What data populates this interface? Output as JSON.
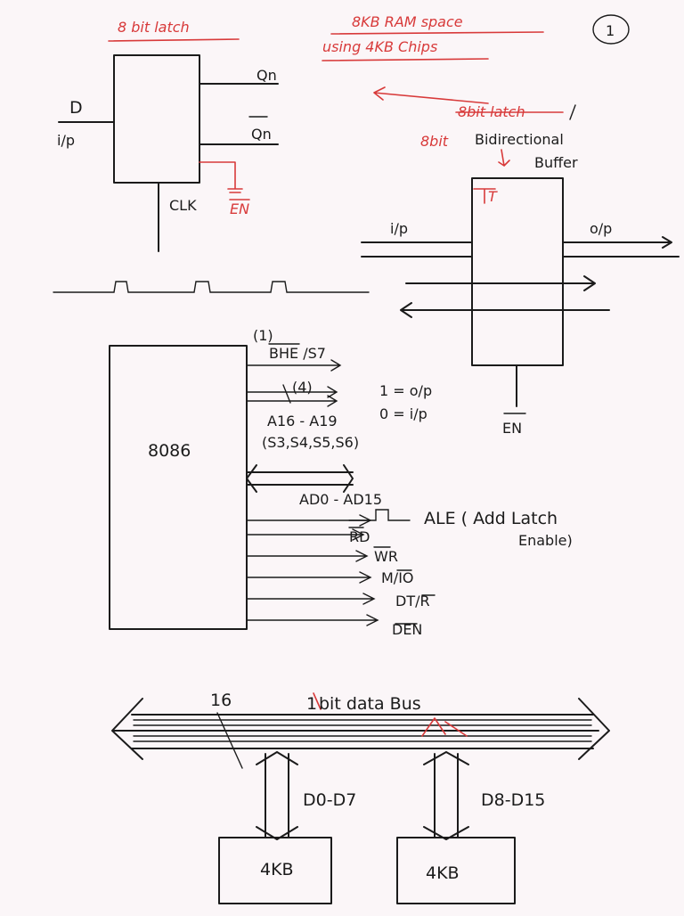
{
  "page_number": "1",
  "titles": {
    "latch_title": "8 bit latch",
    "ram_title_line1": "8KB RAM space",
    "ram_title_line2": "using 4KB Chips"
  },
  "latch": {
    "d": "D",
    "ip": "i/p",
    "qn": "Qn",
    "qn_bar": "Qn",
    "clk": "CLK",
    "en": "EN"
  },
  "buffer": {
    "struck_label": "8bit latch",
    "label_prefix": "8bit",
    "label_line1": "Bidirectional",
    "label_line2": "Buffer",
    "t_pin": "T",
    "ip": "i/p",
    "op": "o/p",
    "en": "EN",
    "note1": "1 = o/p",
    "note0": "0 = i/p"
  },
  "cpu": {
    "name": "8086",
    "pins": {
      "bhe_count": "(1)",
      "bhe": "BHE /S7",
      "addr_count": "(4)",
      "addr": "A16 - A19",
      "status": "(S3,S4,S5,S6)",
      "ad": "AD0 - AD15",
      "ale": "ALE ( Add Latch",
      "ale2": "Enable)",
      "rd": "RD",
      "wr": "WR",
      "mio": "M/IO",
      "dtr": "DT/R",
      "den": "DEN"
    }
  },
  "bus": {
    "width_label": "16",
    "title_prefix": "1",
    "title": "bit data Bus",
    "low_lines": "D0-D7",
    "high_lines": "D8-D15",
    "chip_left": "4KB",
    "chip_right": "4KB"
  }
}
